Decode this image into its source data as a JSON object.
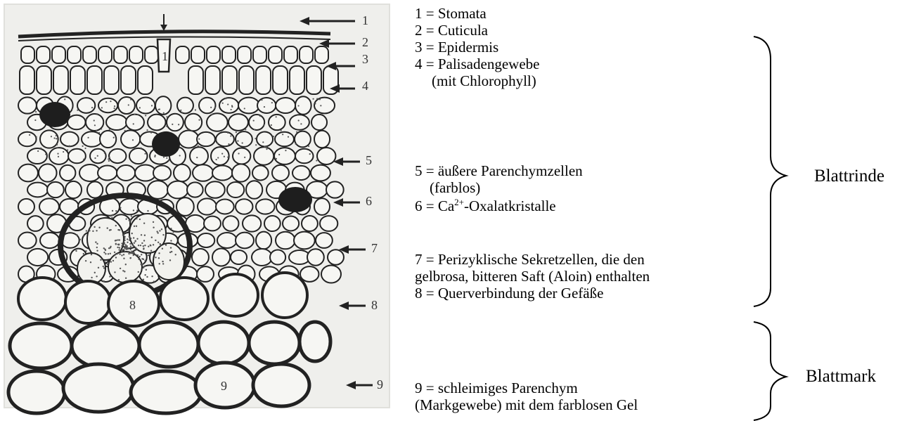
{
  "figure": {
    "numbers": [
      "1",
      "2",
      "3",
      "4",
      "5",
      "6",
      "7",
      "8",
      "9"
    ],
    "cell_labels": [
      "1",
      "8",
      "9"
    ]
  },
  "legend": [
    {
      "key": "l1",
      "text": "1 = Stomata"
    },
    {
      "key": "l2",
      "text": "2 = Cuticula"
    },
    {
      "key": "l3",
      "text": "3 = Epidermis"
    },
    {
      "key": "l4a",
      "text": "4 = Palisadengewebe"
    },
    {
      "key": "l4b",
      "text": "(mit Chlorophyll)"
    },
    {
      "key": "l5a",
      "text": "5 = äußere Parenchymzellen"
    },
    {
      "key": "l5b",
      "text": "(farblos)"
    },
    {
      "key": "l6_prefix",
      "text": "6 = Ca"
    },
    {
      "key": "l6_sup",
      "text": "2+"
    },
    {
      "key": "l6_suffix",
      "text": "-Oxalatkristalle"
    },
    {
      "key": "l7a",
      "text": "7 = Perizyklische Sekretzellen, die den"
    },
    {
      "key": "l7b",
      "text": "gelbrosa, bitteren Saft (Aloin) enthalten"
    },
    {
      "key": "l8",
      "text": "8 = Querverbindung der Gefäße"
    },
    {
      "key": "l9a",
      "text": "9 = schleimiges Parenchym"
    },
    {
      "key": "l9b",
      "text": "(Markgewebe) mit dem farblosen Gel"
    }
  ],
  "groups": {
    "blattrinde": "Blattrinde",
    "blattmark": "Blattmark"
  },
  "colors": {
    "paper": "#f1f1ef",
    "ink": "#222222",
    "crystal": "#1e1e1e",
    "stipple": "#555555"
  }
}
